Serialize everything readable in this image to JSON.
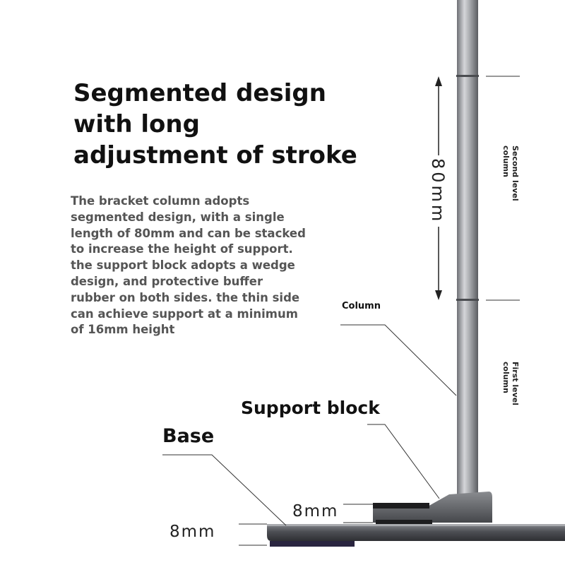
{
  "title": {
    "lines": [
      "Segmented design",
      "with long",
      "adjustment of stroke"
    ]
  },
  "description": {
    "lines": [
      "The bracket column adopts",
      "segmented design, with a single",
      "length of 80mm and can be stacked",
      "to increase the height of support.",
      "the support block adopts a wedge",
      "design, and protective buffer",
      "rubber on both sides. the thin side",
      "can achieve support at a minimum",
      "of 16mm height"
    ]
  },
  "labels": {
    "column": "Column",
    "support_block": "Support block",
    "base": "Base",
    "second_level": [
      "Second level",
      "column"
    ],
    "first_level": [
      "First level",
      "column"
    ]
  },
  "dimensions": {
    "segment_length": "80mm",
    "support_block_thickness": "8mm",
    "base_thickness": "8mm"
  },
  "colors": {
    "metal_dark": "#5c5e63",
    "metal_light": "#b9bbbf",
    "base_dark": "#3a3b40",
    "rubber": "#1d1d1f"
  }
}
